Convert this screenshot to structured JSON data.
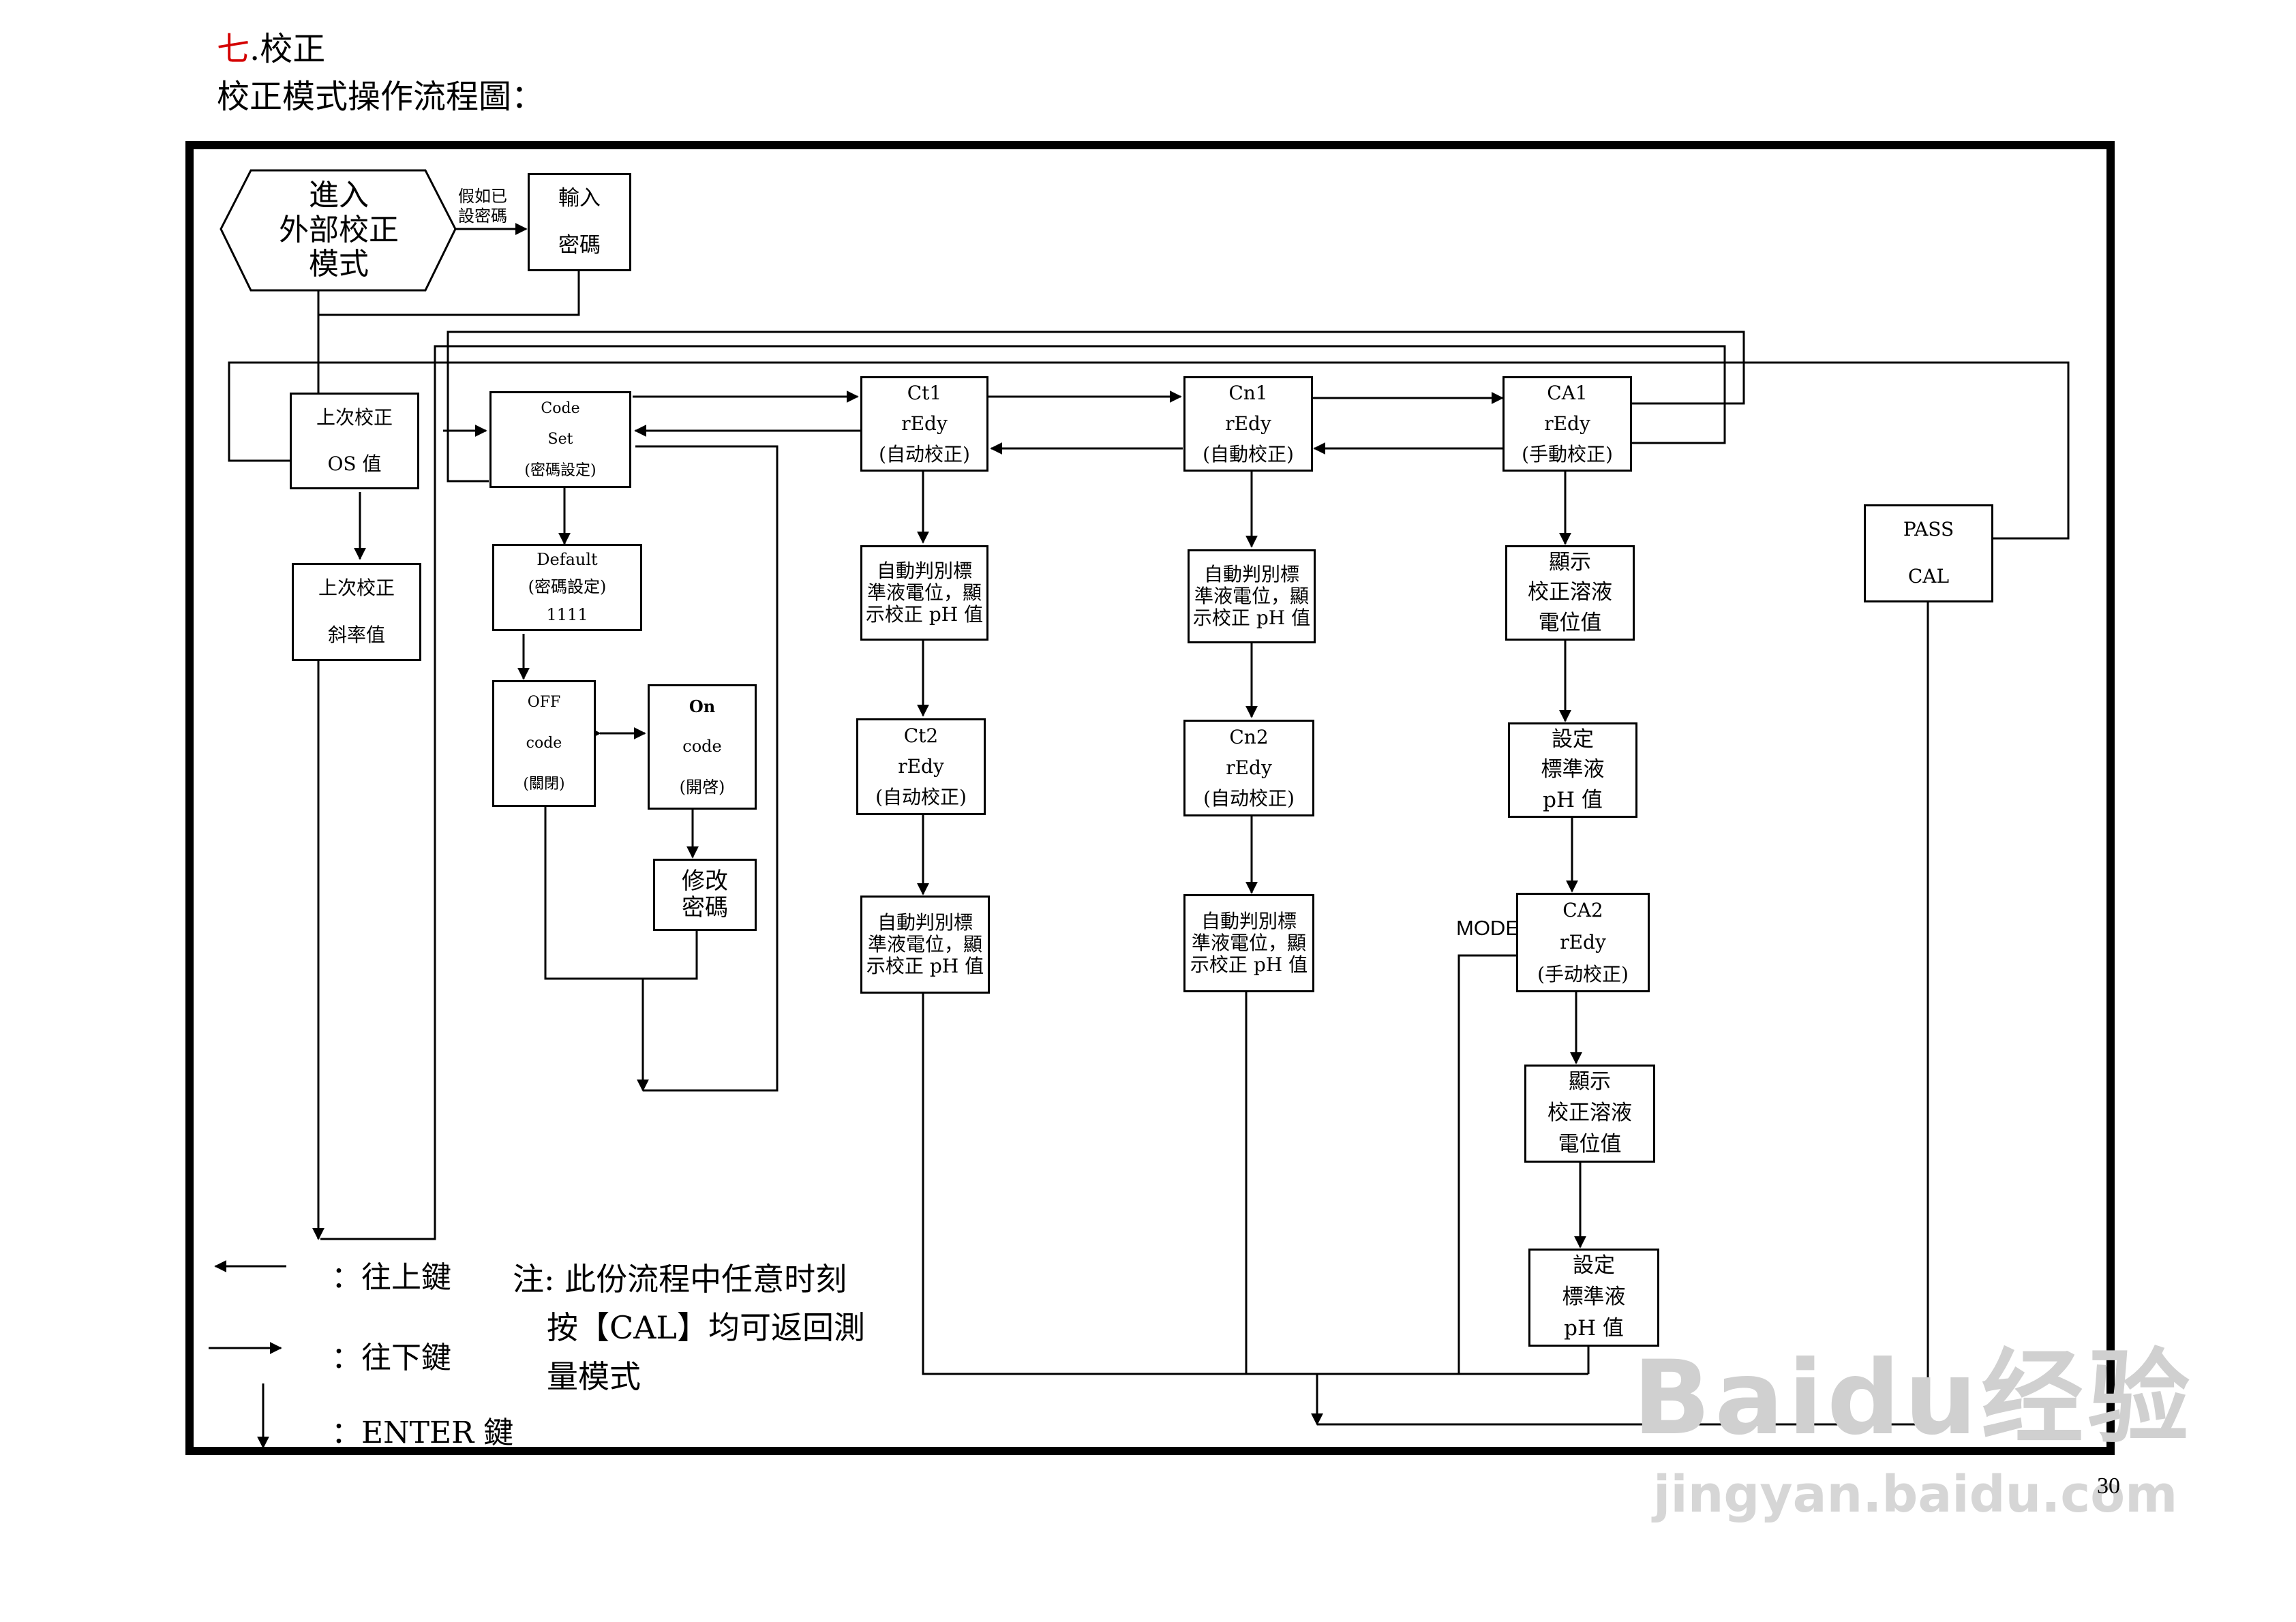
{
  "heading": {
    "number": "七",
    "title": ".校正",
    "subtitle": "校正模式操作流程圖："
  },
  "page_number": "30",
  "nodes": {
    "enter": {
      "lines": [
        "進入",
        "外部校正",
        "模式"
      ]
    },
    "pwd_hint": {
      "lines": [
        "假如已",
        "設密碼"
      ]
    },
    "input_pwd": {
      "lines": [
        "輸入",
        "",
        "密碼"
      ]
    },
    "last_os": {
      "lines": [
        "上次校正",
        "",
        "OS 值"
      ]
    },
    "last_slope": {
      "lines": [
        "上次校正",
        "",
        "斜率值"
      ]
    },
    "code_set": {
      "lines": [
        "Code",
        "Set",
        "(密碼設定)"
      ]
    },
    "default": {
      "lines": [
        "Default",
        "(密碼設定)",
        "1111"
      ]
    },
    "off_code": {
      "lines": [
        "OFF",
        "code",
        "(關閉)"
      ]
    },
    "on_code": {
      "lines": [
        "On",
        "code",
        "(開啓)"
      ]
    },
    "modify_pwd": {
      "lines": [
        "修改",
        "密碼"
      ]
    },
    "ct1": {
      "lines": [
        "Ct1",
        "rEdy",
        "(自动校正)"
      ]
    },
    "ct1_detect": {
      "lines": [
        "自動判別標",
        "準液電位，顯",
        "示校正 pH 值"
      ]
    },
    "ct2": {
      "lines": [
        "Ct2",
        "rEdy",
        "(自动校正)"
      ]
    },
    "ct2_detect": {
      "lines": [
        "自動判別標",
        "準液電位，顯",
        "示校正 pH 值"
      ]
    },
    "cn1": {
      "lines": [
        "Cn1",
        "rEdy",
        "(自動校正)"
      ]
    },
    "cn1_detect": {
      "lines": [
        "自動判別標",
        "準液電位，顯",
        "示校正 pH 值"
      ]
    },
    "cn2": {
      "lines": [
        "Cn2",
        "rEdy",
        "(自动校正)"
      ]
    },
    "cn2_detect": {
      "lines": [
        "自動判別標",
        "準液電位，顯",
        "示校正 pH 值"
      ]
    },
    "ca1": {
      "lines": [
        "CA1",
        "rEdy",
        "(手動校正)"
      ]
    },
    "ca1_show": {
      "lines": [
        "顯示",
        "校正溶液",
        "電位值"
      ]
    },
    "ca1_set": {
      "lines": [
        "設定",
        "標準液",
        "pH 值"
      ]
    },
    "ca2": {
      "lines": [
        "CA2",
        "rEdy",
        "(手动校正)"
      ]
    },
    "ca2_show": {
      "lines": [
        "顯示",
        "校正溶液",
        "電位值"
      ]
    },
    "ca2_set": {
      "lines": [
        "設定",
        "標準液",
        "pH 值"
      ]
    },
    "pass_cal": {
      "lines": [
        "PASS",
        "",
        "CAL"
      ]
    },
    "mode_label": {
      "lines": [
        "MODE"
      ]
    }
  },
  "legend": {
    "up": "：往上鍵",
    "down": "：往下鍵",
    "enter": "：ENTER 鍵"
  },
  "note": {
    "lines": [
      "注: 此份流程中任意时刻",
      "按【CAL】均可返回測",
      "量模式"
    ]
  },
  "watermark": {
    "line1": "Baidu经验",
    "line2": "jingyan.baidu.com"
  }
}
